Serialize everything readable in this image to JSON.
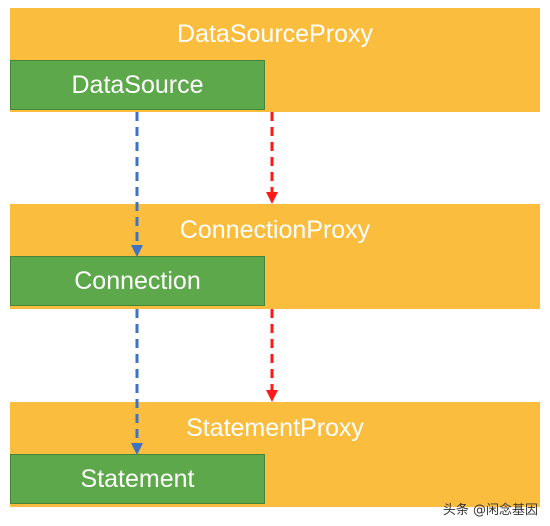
{
  "layers": [
    {
      "proxy_label": "DataSourceProxy",
      "inner_label": "DataSource"
    },
    {
      "proxy_label": "ConnectionProxy",
      "inner_label": "Connection"
    },
    {
      "proxy_label": "StatementProxy",
      "inner_label": "Statement"
    }
  ],
  "watermark": "头条 @闲念基因",
  "colors": {
    "proxy": "#fbbd3e",
    "inner": "#5da84a",
    "blue_arrow": "#3e72c4",
    "red_arrow": "#ff1a1a"
  }
}
